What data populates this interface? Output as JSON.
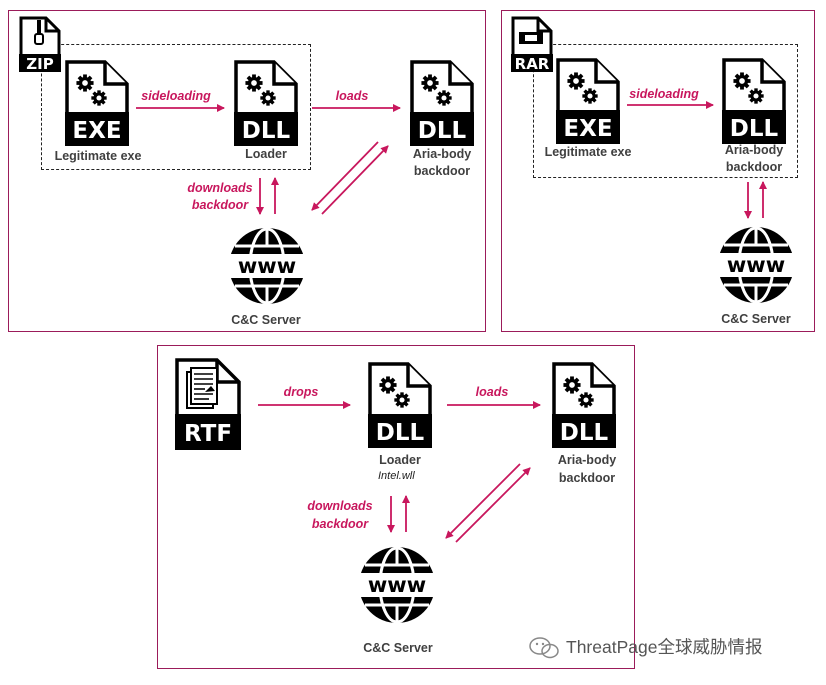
{
  "panel1": {
    "archive": "ZIP",
    "exe_type": "EXE",
    "exe_label": "Legitimate exe",
    "loader_type": "DLL",
    "loader_label": "Loader",
    "backdoor_type": "DLL",
    "backdoor_label_1": "Aria-body",
    "backdoor_label_2": "backdoor",
    "arrow_sideloading": "sideloading",
    "arrow_loads": "loads",
    "arrow_downloads_1": "downloads",
    "arrow_downloads_2": "backdoor",
    "server_text": "www",
    "server_label": "C&C Server"
  },
  "panel2": {
    "archive": "RAR",
    "exe_type": "EXE",
    "exe_label": "Legitimate exe",
    "dll_type": "DLL",
    "dll_label_1": "Aria-body",
    "dll_label_2": "backdoor",
    "arrow_sideloading": "sideloading",
    "server_text": "www",
    "server_label": "C&C Server"
  },
  "panel3": {
    "doc_type": "RTF",
    "arrow_drops": "drops",
    "loader_type": "DLL",
    "loader_label": "Loader",
    "loader_file": "Intel.wll",
    "arrow_loads": "loads",
    "backdoor_type": "DLL",
    "backdoor_label_1": "Aria-body",
    "backdoor_label_2": "backdoor",
    "arrow_downloads_1": "downloads",
    "arrow_downloads_2": "backdoor",
    "server_text": "www",
    "server_label": "C&C Server"
  },
  "watermark": "ThreatPage全球威胁情报",
  "colors": {
    "accent": "#c8175d",
    "border": "#9b1b5a",
    "icon": "#000000"
  }
}
